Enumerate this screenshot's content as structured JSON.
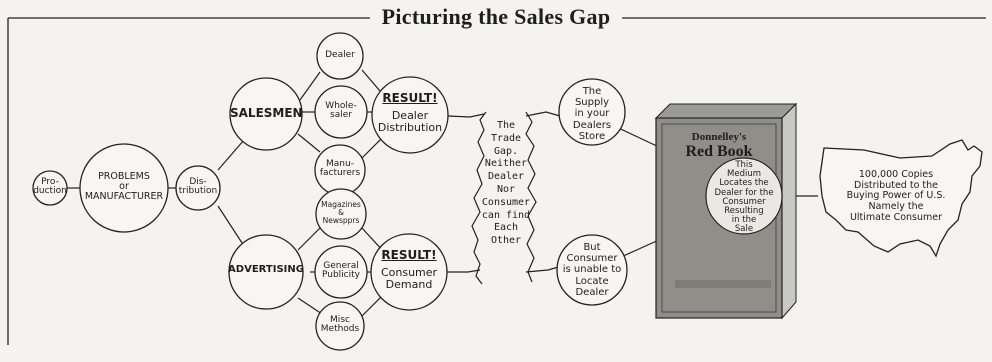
{
  "title": "Picturing the Sales Gap",
  "nodes": {
    "production": "Pro-\nduction",
    "problems": "PROBLEMS\nor\nMANUFACTURER",
    "distribution": "Dis-\ntribution",
    "salesmen": "SALESMEN",
    "advertising": "ADVERTISING",
    "dealer": "Dealer",
    "wholesaler": "Whole-\nsaler",
    "manufacturers": "Manu-\nfacturers",
    "magazines": "Magazines\n&\nNewspprs",
    "general_publicity": "General\nPublicity",
    "misc_methods": "Misc\nMethods",
    "result1_heading": "RESULT!",
    "result1_text": "Dealer\nDistribution",
    "result2_heading": "RESULT!",
    "result2_text": "Consumer\nDemand",
    "trade_gap": "The\nTrade\nGap.\nNeither\nDealer\nNor\nConsumer\ncan find\nEach\nOther",
    "supply": "The\nSupply\nin your\nDealers\nStore",
    "consumer_unable": "But\nConsumer\nis unable to\nLocate\nDealer",
    "book_title_line1": "Donnelley's",
    "book_title_line2": "Red Book",
    "book_text": "This\nMedium\nLocates the\nDealer for the\nConsumer\nResulting\nin the\nSale",
    "us_text": "100,000 Copies\nDistributed to the\nBuying Power of U.S.\nNamely the\nUltimate Consumer"
  }
}
